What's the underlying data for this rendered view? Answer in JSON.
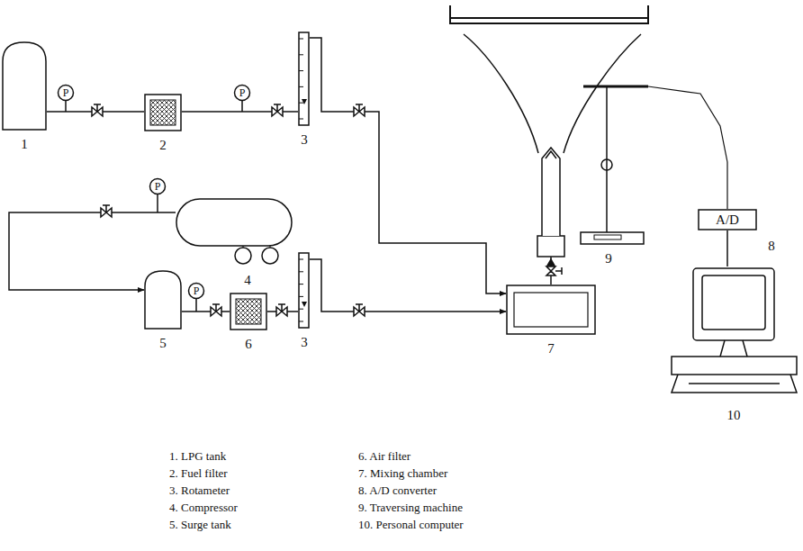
{
  "diagram": {
    "nodes": [
      {
        "text": [
          "1"
        ]
      },
      {
        "text": [
          "P"
        ]
      },
      {
        "text": [
          "2"
        ]
      },
      {
        "text": [
          "P"
        ]
      },
      {
        "text": [
          "3"
        ]
      },
      {
        "text": [
          "4"
        ]
      },
      {
        "text": [
          "P"
        ]
      },
      {
        "text": [
          "5"
        ]
      },
      {
        "text": [
          "P"
        ]
      },
      {
        "text": [
          "6"
        ]
      },
      {
        "text": [
          "3"
        ]
      },
      {
        "text": [
          "7"
        ]
      },
      {
        "text": [
          "9"
        ]
      },
      {
        "text": [
          "A/D",
          "8"
        ]
      },
      {
        "text": [
          "10"
        ]
      }
    ],
    "edges": [
      {
        "from": 0,
        "to": 2,
        "arrow": "none"
      },
      {
        "from": 2,
        "to": 4,
        "arrow": "none"
      },
      {
        "from": 4,
        "to": 11,
        "arrow": "to"
      },
      {
        "from": 5,
        "to": 7,
        "arrow": "to"
      },
      {
        "from": 7,
        "to": 9,
        "arrow": "none"
      },
      {
        "from": 9,
        "to": 10,
        "arrow": "none"
      },
      {
        "from": 10,
        "to": 11,
        "arrow": "to"
      },
      {
        "from": 12,
        "to": 13,
        "arrow": "none"
      },
      {
        "from": 13,
        "to": 14,
        "arrow": "none"
      }
    ],
    "labels": [
      "1. LPG tank",
      "2. Fuel filter",
      "3. Rotameter",
      "4. Compressor",
      "5. Surge tank",
      "6. Air filter",
      "7. Mixing chamber",
      "8. A/D converter",
      "9. Traversing machine",
      "10. Personal computer"
    ]
  }
}
